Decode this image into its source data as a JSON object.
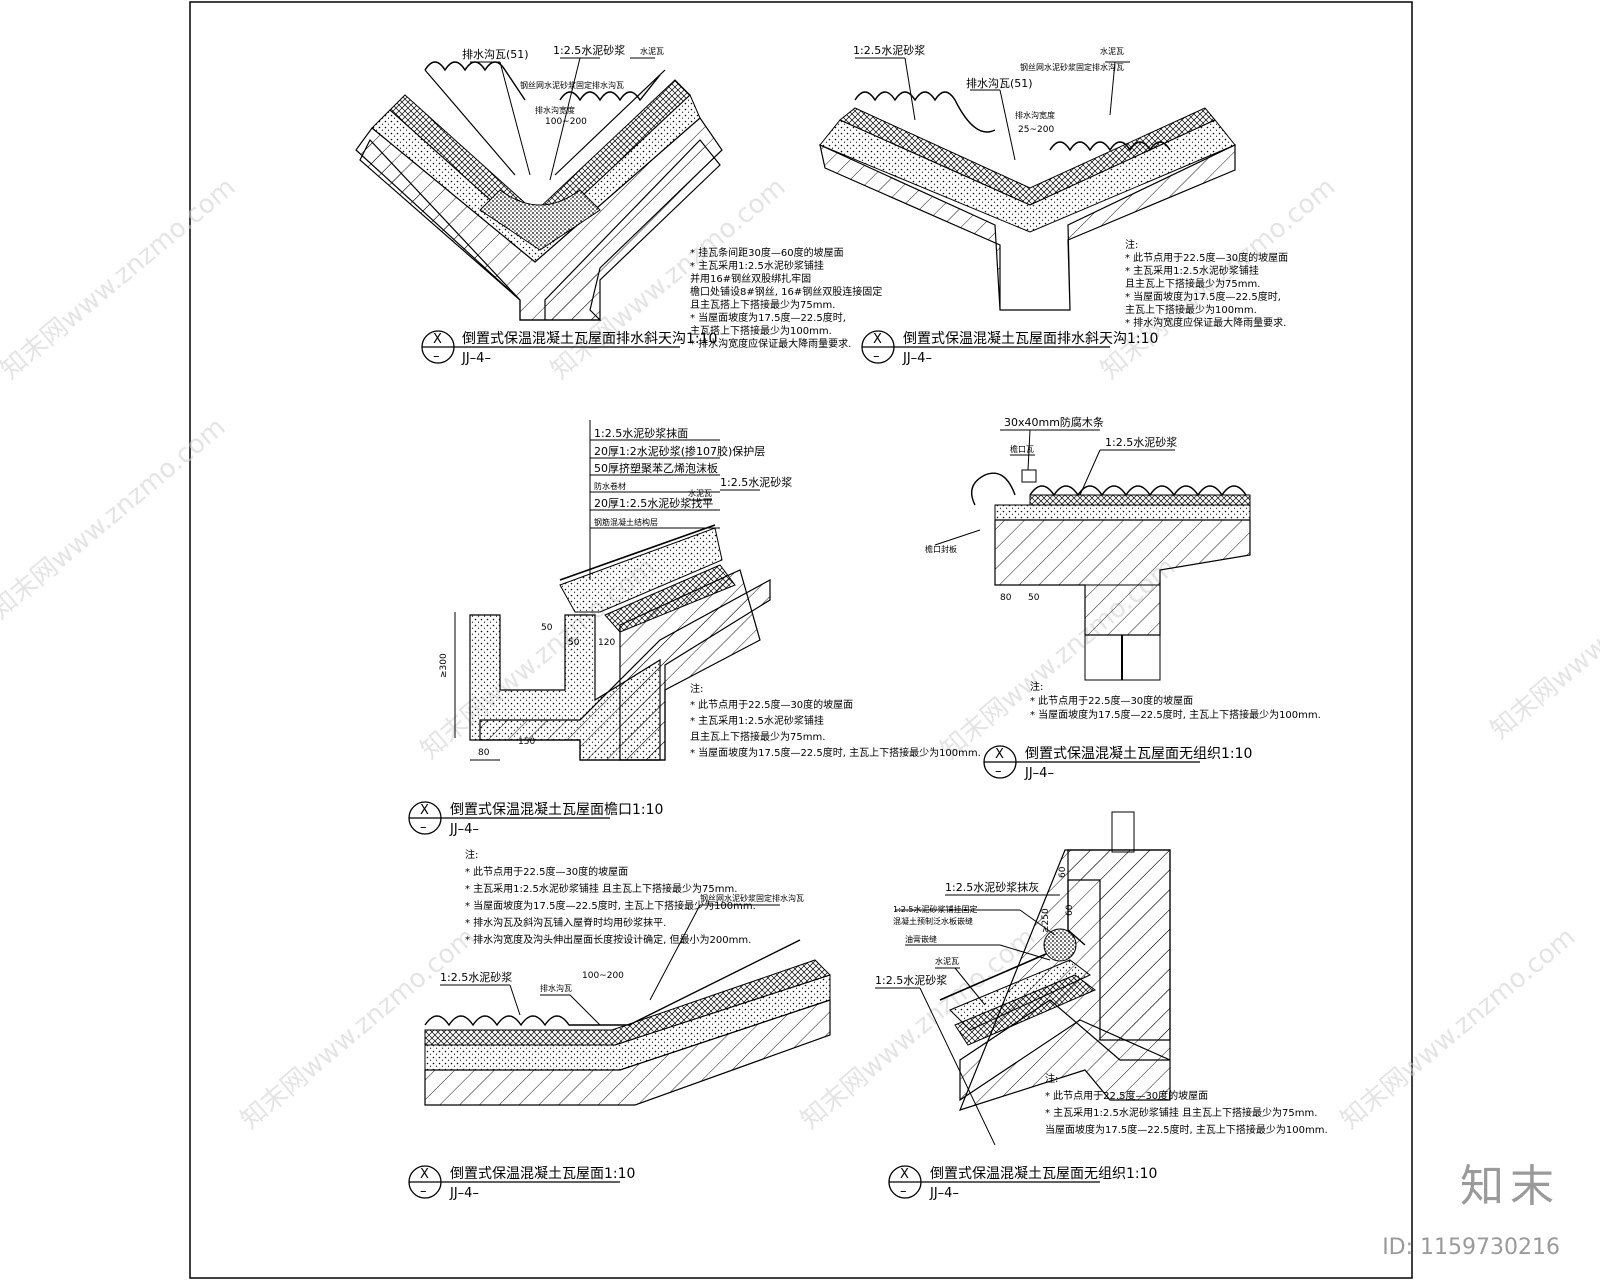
{
  "drawing_frame": "outer-border",
  "details": [
    {
      "id": "d1",
      "title": "倒置式保温混凝土瓦屋面排水斜天沟1:10",
      "index_top": "X",
      "index_bottom": "–",
      "ref": "JJ–4–",
      "labels": [
        "排水沟瓦(51)",
        "1:2.5水泥砂浆",
        "水泥瓦",
        "钢丝网水泥砂浆固定排水沟瓦",
        "排水沟宽度",
        "100~200"
      ],
      "notes": [
        "* 挂瓦条间距30度—60度的坡屋面",
        "* 主瓦采用1:2.5水泥砂浆铺挂",
        "  并用16#钢丝双股绑扎牢固",
        "  檐口处铺设8#钢丝, 16#钢丝双股连接固定",
        "  且主瓦搭上下搭接最少为75mm.",
        "* 当屋面坡度为17.5度—22.5度时,",
        "  主瓦搭上下搭接最少为100mm.",
        "* 排水沟宽度应保证最大降雨量要求."
      ]
    },
    {
      "id": "d2",
      "title": "倒置式保温混凝土瓦屋面排水斜天沟1:10",
      "index_top": "X",
      "index_bottom": "–",
      "ref": "JJ–4–",
      "labels": [
        "1:2.5水泥砂浆",
        "排水沟瓦(51)",
        "钢丝网水泥砂浆固定排水沟瓦",
        "水泥瓦",
        "排水沟宽度",
        "25~200"
      ],
      "notes": [
        "注:",
        "* 此节点用于22.5度—30度的坡屋面",
        "* 主瓦采用1:2.5水泥砂浆铺挂",
        "  且主瓦上下搭接最少为75mm.",
        "* 当屋面坡度为17.5度—22.5度时,",
        "  主瓦上下搭接最少为100mm.",
        "* 排水沟宽度应保证最大降雨量要求."
      ]
    },
    {
      "id": "d3",
      "title": "倒置式保温混凝土瓦屋面檐口1:10",
      "index_top": "X",
      "index_bottom": "–",
      "ref": "JJ–4–",
      "labels": [
        "1:2.5水泥砂浆抹面",
        "20厚1:2水泥砂浆(掺107胶)保护层",
        "50厚挤塑聚苯乙烯泡沫板",
        "防水卷材",
        "20厚1:2.5水泥砂浆找平",
        "钢筋混凝土结构层",
        "水泥瓦",
        "1:2.5水泥砂浆"
      ],
      "dims": [
        "50",
        "50",
        "120",
        "≥300",
        "80",
        "150"
      ],
      "notes": [
        "注:",
        "* 此节点用于22.5度—30度的坡屋面",
        "* 主瓦采用1:2.5水泥砂浆铺挂",
        "  且主瓦上下搭接最少为75mm.",
        "* 当屋面坡度为17.5度—22.5度时, 主瓦上下搭接最少为100mm."
      ]
    },
    {
      "id": "d4",
      "title": "倒置式保温混凝土瓦屋面无组织1:10",
      "index_top": "X",
      "index_bottom": "–",
      "ref": "JJ–4–",
      "labels": [
        "30x40mm防腐木条",
        "檐口瓦",
        "1:2.5水泥砂浆",
        "檐口封板"
      ],
      "dims": [
        "80",
        "50"
      ],
      "notes": [
        "注:",
        "* 此节点用于22.5度—30度的坡屋面",
        "* 当屋面坡度为17.5度—22.5度时, 主瓦上下搭接最少为100mm."
      ]
    },
    {
      "id": "d5",
      "title": "倒置式保温混凝土瓦屋面1:10",
      "index_top": "X",
      "index_bottom": "–",
      "ref": "JJ–4–",
      "labels": [
        "1:2.5水泥砂浆",
        "排水沟瓦",
        "100~200",
        "钢丝网水泥砂浆固定排水沟瓦"
      ],
      "notes": [
        "注:",
        "* 此节点用于22.5度—30度的坡屋面",
        "* 主瓦采用1:2.5水泥砂浆铺挂    且主瓦上下搭接最少为75mm.",
        "* 当屋面坡度为17.5度—22.5度时,  主瓦上下搭接最少为100mm.",
        "* 排水沟瓦及斜沟瓦铺入屋脊时均用砂浆抹平.",
        "* 排水沟宽度及沟头伸出屋面长度按设计确定, 但最小为200mm."
      ]
    },
    {
      "id": "d6",
      "title": "倒置式保温混凝土瓦屋面无组织1:10",
      "index_top": "X",
      "index_bottom": "–",
      "ref": "JJ–4–",
      "labels": [
        "1:2.5水泥砂浆抹灰",
        "1:2.5水泥砂浆铺挂固定",
        "混凝土预制泛水板嵌缝",
        "油膏嵌缝",
        "水泥瓦",
        "1:2.5水泥砂浆"
      ],
      "dims": [
        "60",
        "≥250",
        "60"
      ],
      "notes": [
        "注:",
        "* 此节点用于22.5度—30度的坡屋面",
        "* 主瓦采用1:2.5水泥砂浆铺挂      且主瓦上下搭接最少为75mm.",
        "  当屋面坡度为17.5度—22.5度时, 主瓦上下搭接最少为100mm."
      ]
    }
  ],
  "watermark": {
    "text": "知末网www.znzmo.com",
    "brand": "知末",
    "id_text": "ID: 1159730216"
  },
  "colors": {
    "line": "#000000",
    "paper": "#ffffff",
    "watermark": "#cfcfcf",
    "brand": "#9a9a9a"
  }
}
